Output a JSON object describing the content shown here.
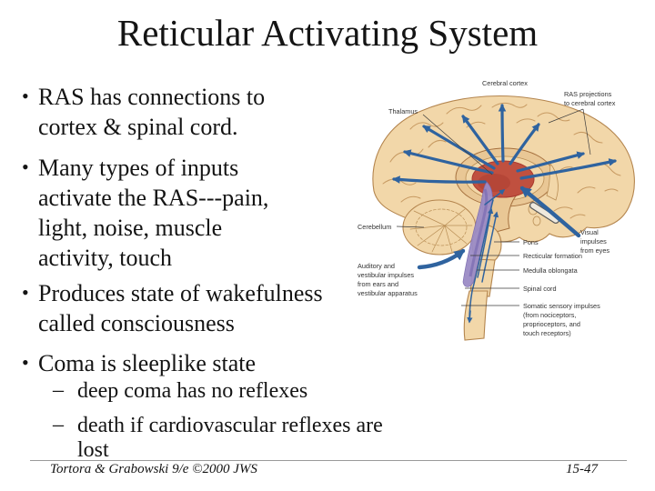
{
  "slide": {
    "title": "Reticular Activating System",
    "bullet_char": "•",
    "dash_char": "–",
    "bullets": {
      "b1": {
        "l1": "RAS has connections to",
        "l2": "cortex & spinal cord."
      },
      "b2": {
        "l1": "Many types of inputs",
        "l2": "activate the RAS---pain,",
        "l3": "light, noise, muscle",
        "l4": "activity, touch"
      },
      "b3": {
        "l1": "Produces state of wakefulness",
        "l2": "called consciousness"
      },
      "b4": {
        "l1": "Coma is sleeplike state"
      },
      "sub1": {
        "l1": "deep coma has no reflexes"
      },
      "sub2": {
        "l1": "death if cardiovascular reflexes are",
        "l2": "lost"
      }
    },
    "footer": {
      "credit": "Tortora & Grabowski 9/e ©2000 JWS",
      "page": "15-47"
    }
  },
  "diagram": {
    "labels": {
      "cerebral_cortex": "Cerebral cortex",
      "ras_projections": {
        "l1": "RAS projections",
        "l2": "to cerebral cortex"
      },
      "thalamus": "Thalamus",
      "cerebellum": "Cerebellum",
      "pons": "Pons",
      "reticular_formation": "Recticular formation",
      "medulla_oblongata": "Medulla oblongata",
      "spinal_cord": "Spinal cord",
      "auditory": {
        "l1": "Auditory and",
        "l2": "vestibular impulses",
        "l3": "from ears and",
        "l4": "vestibular apparatus"
      },
      "visual": {
        "l1": "Visual",
        "l2": "impulses",
        "l3": "from eyes"
      },
      "somatic": {
        "l1": "Somatic sensory impulses",
        "l2": "(from nociceptors,",
        "l3": "proprioceptors, and",
        "l4": "touch receptors)"
      }
    },
    "colors": {
      "brain_tan": "#f2d7a9",
      "brain_outline": "#b4854e",
      "gyri_line": "#c79a62",
      "inner_band": "#e9c795",
      "thalamus_red": "#c0503f",
      "thalamus_dark": "#a93a2e",
      "arrow_blue": "#2f639f",
      "reticular_purple": "#9b8cc6",
      "label_text": "#333333"
    }
  }
}
